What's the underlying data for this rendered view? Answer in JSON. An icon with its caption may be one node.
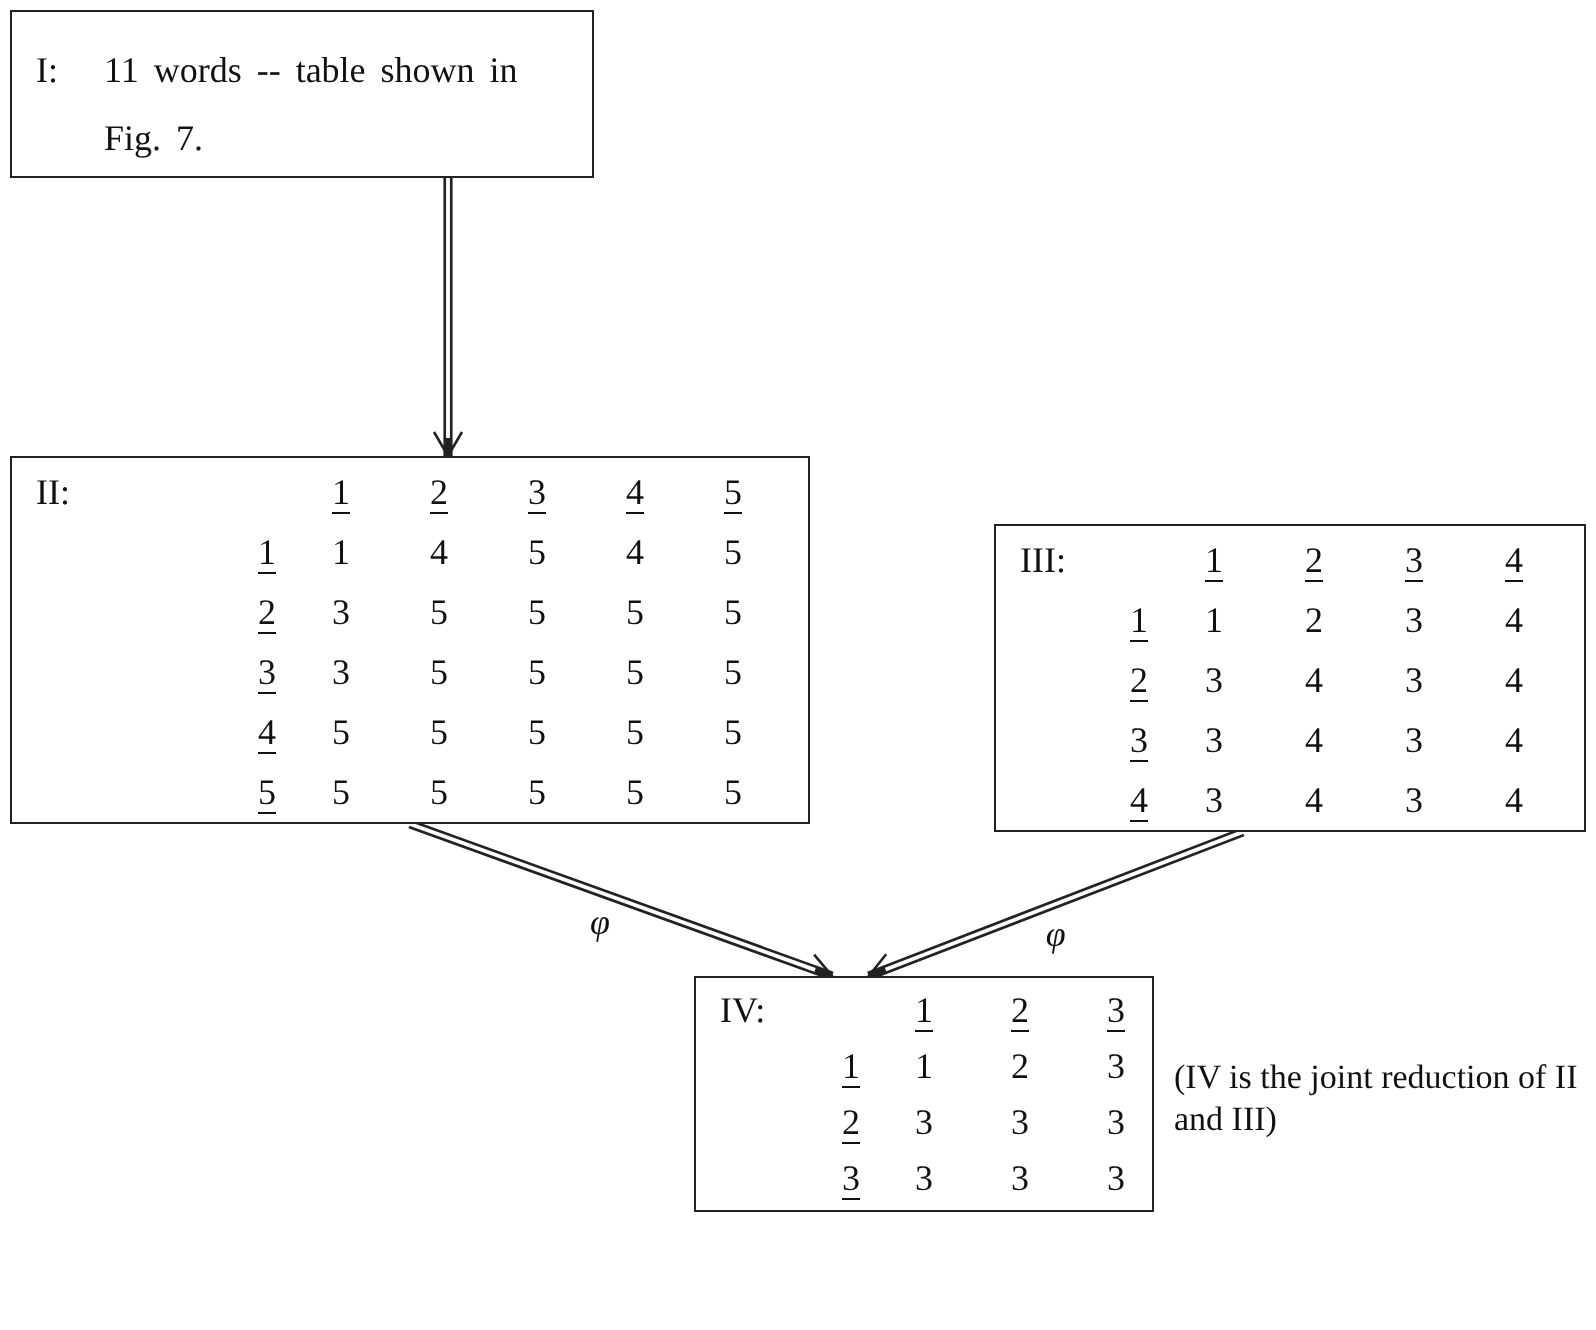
{
  "diagram": {
    "nodes": [
      {
        "text": [
          "I:",
          "11 words -- table shown in Fig. 7."
        ]
      },
      {
        "text": [
          "II:",
          "1",
          "2",
          "3",
          "4",
          "5",
          "1",
          "1",
          "4",
          "5",
          "4",
          "5",
          "2",
          "3",
          "5",
          "5",
          "5",
          "5",
          "3",
          "3",
          "5",
          "5",
          "5",
          "5",
          "4",
          "5",
          "5",
          "5",
          "5",
          "5",
          "5",
          "5",
          "5",
          "5",
          "5",
          "5"
        ]
      },
      {
        "text": [
          "III:",
          "1",
          "2",
          "3",
          "4",
          "1",
          "1",
          "2",
          "3",
          "4",
          "2",
          "3",
          "4",
          "3",
          "4",
          "3",
          "3",
          "4",
          "3",
          "4",
          "4",
          "3",
          "4",
          "3",
          "4"
        ]
      },
      {
        "text": [
          "IV:",
          "1",
          "2",
          "3",
          "1",
          "1",
          "2",
          "3",
          "2",
          "3",
          "3",
          "3",
          "3",
          "3",
          "3",
          "3"
        ],
        "beside": [
          "(IV is the joint reduction of II and III)"
        ]
      }
    ],
    "edges": [
      {
        "from": 0,
        "to": 1,
        "arrow": "to"
      },
      {
        "from": 1,
        "to": 3,
        "arrow": "to",
        "label": "φ"
      },
      {
        "from": 2,
        "to": 3,
        "arrow": "to",
        "label": "φ"
      }
    ]
  }
}
